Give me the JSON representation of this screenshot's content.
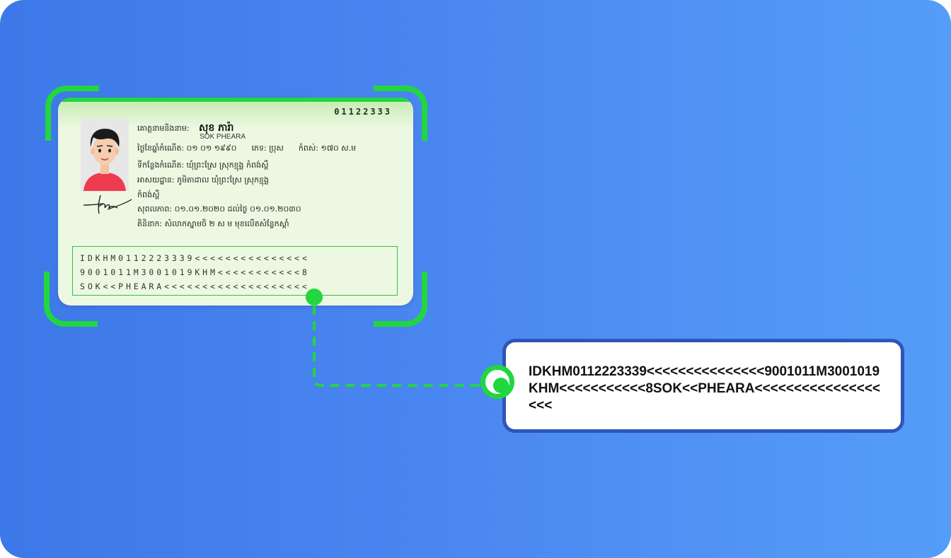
{
  "colors": {
    "background_left": "#3d78e8",
    "background_right": "#559df8",
    "scan_frame": "#22d63f",
    "card_background": "#edf8e2",
    "result_border": "#2f55b8"
  },
  "id_card": {
    "card_number": "01122333",
    "name_label": "គោត្តនាមនិងនាម:",
    "name_khmer": "សុខ ភារ៉ា",
    "name_latin": "SOK PHEARA",
    "dob_label": "ថ្ងៃខែឆ្នាំកំណើត:",
    "dob_value": "០១ ០១ ១៩៩០",
    "sex_label": "ភេទ:",
    "sex_value": "ប្រុស",
    "height_label": "កំពស់:",
    "height_value": "១៧០ ស.ម",
    "birthplace_label": "ទីកន្លែងកំណើត:",
    "birthplace_value": "ឃុំព្រះស្រែ ស្រុកខ្មុង្ឆ កំពង់ស្ពឺ",
    "address_label": "អាសយដ្ឋាន:",
    "address_value": "ភូមិតាដាល ឃុំព្រះស្រែ ស្រុកខ្មុង្ឆ",
    "address_line2": "កំពង់ស្ពឺ",
    "validity_label": "សុពលភាព:",
    "validity_value": "០១.០១.២០២០ ដល់ថ្ងៃ ០១.០១.២០៣០",
    "marks_label": "តិនិនាក:",
    "marks_value": "សំលាកស្នាមចិ ២ ស ម មុខលើតសំន្លែកស្តាំ",
    "mrz_lines": [
      "IDKHM0112223339<<<<<<<<<<<<<<<",
      "9001011M3001019KHM<<<<<<<<<<<8",
      "SOK<<PHEARA<<<<<<<<<<<<<<<<<<<"
    ],
    "photo_icon": "person-portrait-icon",
    "signature_icon": "signature-icon"
  },
  "result": {
    "mrz_text": "IDKHM0112223339<<<<<<<<<<<<<<<9001011M3001019KHM<<<<<<<<<<<8SOK<<PHEARA<<<<<<<<<<<<<<<<<<<"
  }
}
